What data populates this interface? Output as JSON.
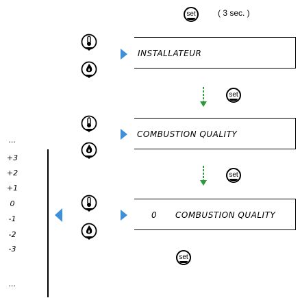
{
  "top": {
    "set_label": "set",
    "hold_text": "( 3 sec. )"
  },
  "screens": [
    {
      "text": "INSTALLATEUR"
    },
    {
      "text": "COMBUSTION QUALITY"
    },
    {
      "value": "0",
      "text": "COMBUSTION QUALITY"
    }
  ],
  "set_buttons": {
    "label": "set"
  },
  "scale": {
    "items": [
      "...",
      "+3",
      "+2",
      "+1",
      "0",
      "-1",
      "-2",
      "-3",
      "..."
    ]
  },
  "colors": {
    "arrow_blue": "#3f8fd9",
    "arrow_green": "#2e9a3a"
  }
}
